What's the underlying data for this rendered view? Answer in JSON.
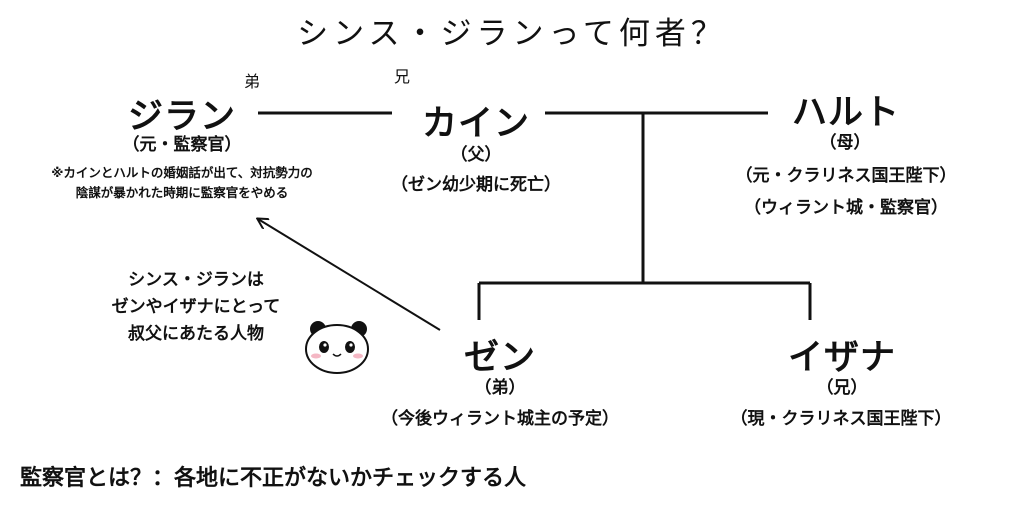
{
  "title": "シンス・ジランって何者？",
  "people": {
    "jiran": {
      "name": "ジラン",
      "relation": "弟",
      "role": "（元・監察官）",
      "note_line1": "※カインとハルトの婚姻話が出て、対抗勢力の",
      "note_line2": "陰謀が暴かれた時期に監察官をやめる"
    },
    "kain": {
      "name": "カイン",
      "relation": "兄",
      "role": "（父）",
      "detail": "（ゼン幼少期に死亡）"
    },
    "haruto": {
      "name": "ハルト",
      "role": "（母）",
      "detail1": "（元・クラリネス国王陛下）",
      "detail2": "（ウィラント城・監察官）"
    },
    "zen": {
      "name": "ゼン",
      "role": "（弟）",
      "detail": "（今後ウィラント城主の予定）"
    },
    "izana": {
      "name": "イザナ",
      "role": "（兄）",
      "detail": "（現・クラリネス国王陛下）"
    }
  },
  "comment": {
    "line1": "シンス・ジランは",
    "line2": "ゼンやイザナにとって",
    "line3": "叔父にあたる人物"
  },
  "definition": "監察官とは？：各地に不正がないかチェックする人",
  "mascot_icon": "panda-icon"
}
